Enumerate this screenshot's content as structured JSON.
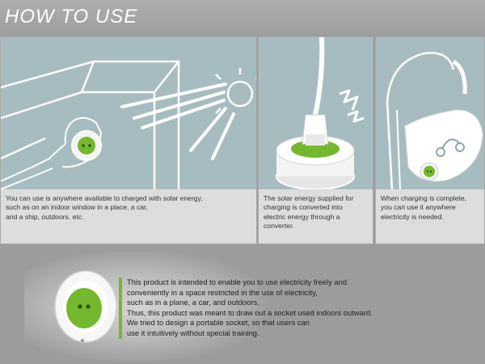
{
  "header": {
    "title": "HOW TO USE"
  },
  "panels": [
    {
      "caption": [
        "You can use is anywhere available to charged with solar energy,",
        "such as on an indoor window in a place, a car,",
        "and a ship, outdoors. etc."
      ]
    },
    {
      "caption": [
        "The solar energy supplied for",
        "charging is converted into",
        "electric energy through a",
        "converter."
      ]
    },
    {
      "caption": [
        "When charging is complete,",
        "you can use it anywhere",
        "electricity is needed."
      ]
    }
  ],
  "description": [
    "This product is intended to enable you to use electricity freely and",
    "conveniently in a space restricted in the use of electricity,",
    "such as in a plane, a car, and outdoors.",
    "Thus, this product was meant to draw out a socket used indoors outward.",
    "We tried to design a portable socket, so that users can",
    "use it intuitively without special training."
  ],
  "colors": {
    "accent_green": "#74b82d",
    "illustration_bg": "#a7bcc1",
    "panel_bg": "#dcdddd",
    "page_bg": "#9b9c9c"
  }
}
